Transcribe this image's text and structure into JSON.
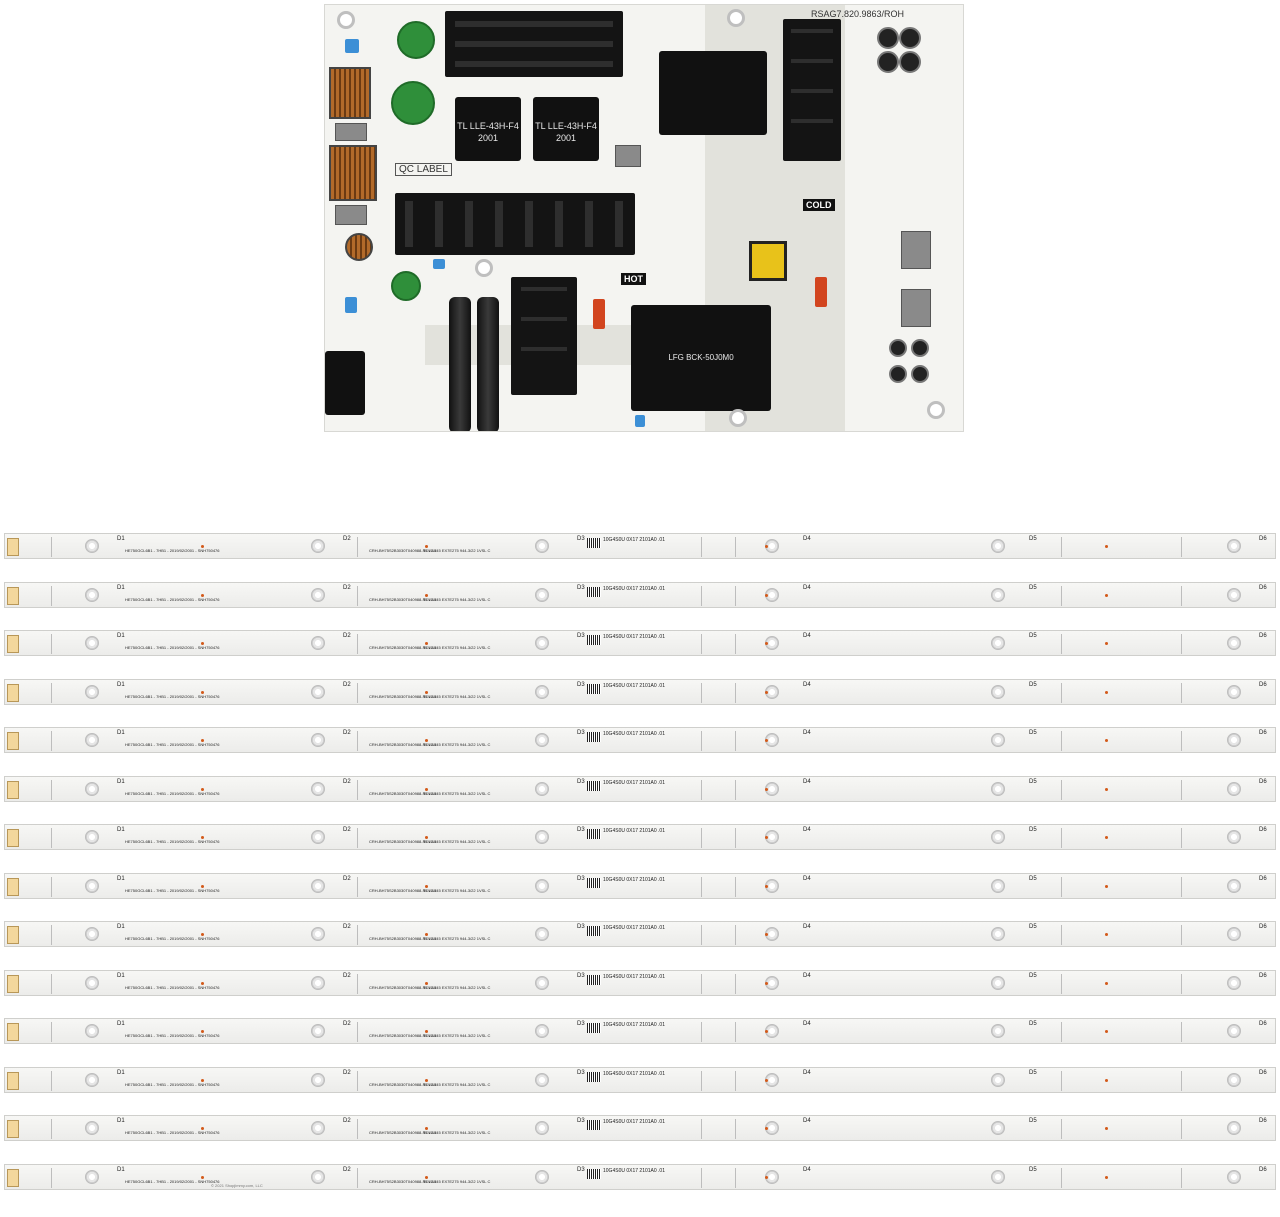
{
  "board": {
    "part_number": "RSAG7.820.9863/ROH",
    "transformer_left_label": "TL LLE-43H-F4",
    "transformer_left_year": "2001",
    "transformer_right_label": "TL LLE-43H-F4",
    "transformer_right_year": "2001",
    "qc_label": "QC LABEL",
    "hot_label": "HOT",
    "cold_label": "COLD",
    "main_transformer_label": "LFG BCK-50J0M0"
  },
  "strips": {
    "count": 14,
    "led_labels": [
      "D1",
      "D2",
      "D3",
      "D4",
      "D5",
      "D6"
    ],
    "print_left": "HE750GCL6B1 - 7HB1 - 2019/02/2001 - SNH750476",
    "print_mid": "CRH-BH75S2B3030T040988-REV1.3",
    "print_mid2": "TL-LAV45 EX7E275 944-3/22 1VSL C",
    "stamp": "10G4S0U 0X17 2101A0 .01",
    "watermark": "© 2021 Shopjimmy.com, LLC"
  },
  "colors": {
    "heatsink": "#141414",
    "pcb": "#f4f4f1",
    "copper": "#b26a2a",
    "cap_green": "#2f8f3a",
    "cap_blue": "#3c8fd6"
  }
}
